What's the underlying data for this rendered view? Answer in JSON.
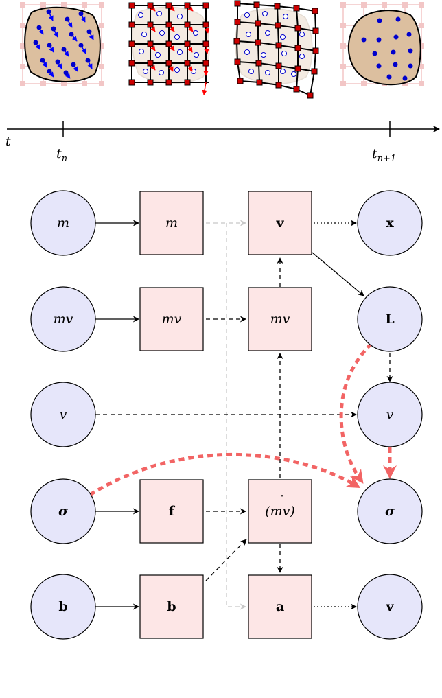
{
  "timeline": {
    "axis_label": "t",
    "tick_start": {
      "base": "t",
      "sub": "n"
    },
    "tick_end": {
      "base": "t",
      "sub": "n+1"
    }
  },
  "nodes": {
    "particle_mass": "m",
    "particle_momentum": "mv",
    "particle_volume": "v",
    "particle_stress": "σ",
    "particle_body_force": "b",
    "grid_mass": "m",
    "grid_momentum": "mv",
    "grid_internal_force": "f",
    "grid_body_force": "b",
    "grid_velocity": "v",
    "grid_momentum_updated": "mv",
    "grid_momentum_rate": "(mv)",
    "grid_acceleration": "a",
    "out_position": "x",
    "out_velocity_gradient": "L",
    "out_volume": "v",
    "out_stress": "σ",
    "out_velocity": "v"
  },
  "colors": {
    "particle_fill": "#e6e6fa",
    "grid_fill": "#fde6e6",
    "highlight_arrow": "#f26464",
    "grid_light": "#f2c6c6",
    "domain_fill": "#dcbf9f",
    "particle_dot": "#0000cc",
    "velocity_arrow": "#0000ff",
    "grid_force_arrow": "#ff0000",
    "grid_node": "#cc0000"
  }
}
